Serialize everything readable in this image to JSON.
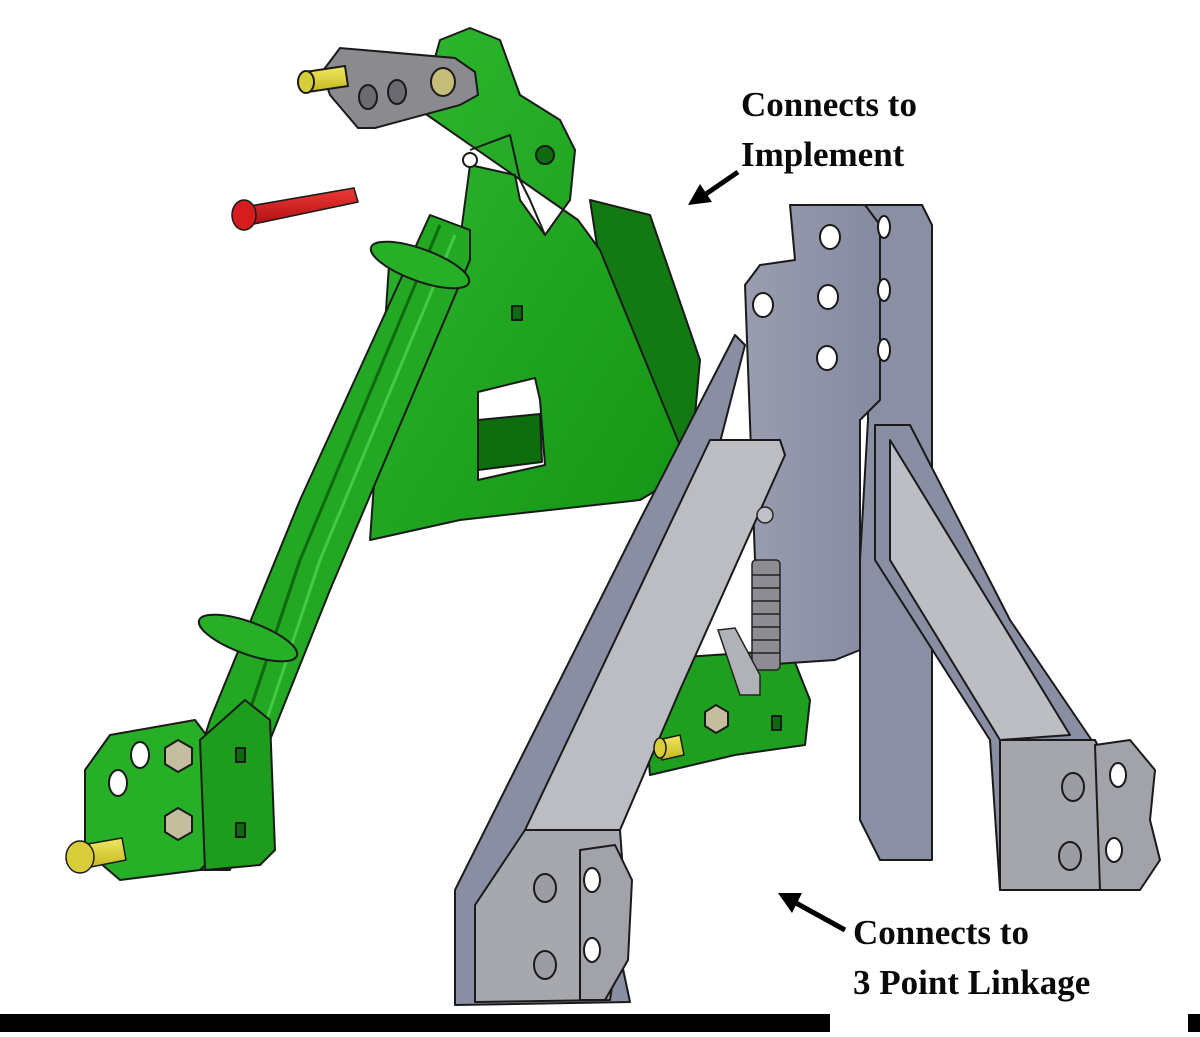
{
  "diagram": {
    "subject": "Quick hitch (3-point linkage) exploded assembly",
    "colors": {
      "background": "#ffffff",
      "hitch_frame_green": "#1fa31f",
      "hitch_frame_green_dark": "#137a13",
      "hitch_frame_green_light": "#3fc43f",
      "adapter_frame_steel": "#8f93a6",
      "adapter_frame_steel_light": "#b9bac0",
      "adapter_frame_steel_dark": "#6e7286",
      "pin_yellow": "#d8cf3a",
      "bolt_tan": "#bfb79a",
      "lock_pin_red": "#d01818",
      "outline": "#1a1a1a",
      "letterbox_bar": "#000000"
    },
    "components": [
      {
        "id": "green-a-frame",
        "name": "Green A-frame hitch"
      },
      {
        "id": "grey-adapter-frame",
        "name": "Grey adapter frame"
      },
      {
        "id": "top-link-bracket",
        "name": "Top link bracket (grey plate with yellow pin)"
      },
      {
        "id": "red-lock-pin",
        "name": "Red locking pin"
      },
      {
        "id": "latch-spring",
        "name": "Latch spring mechanism"
      },
      {
        "id": "lower-pin-left",
        "name": "Yellow lower hitch pin (left)"
      },
      {
        "id": "lower-pin-center",
        "name": "Yellow lower hitch pin (center)"
      }
    ],
    "annotations": [
      {
        "id": "implement",
        "lines": [
          "Connects to",
          "Implement"
        ],
        "arrow": "down-left"
      },
      {
        "id": "linkage",
        "lines": [
          "Connects to",
          "3 Point Linkage"
        ],
        "arrow": "up-left"
      }
    ]
  }
}
